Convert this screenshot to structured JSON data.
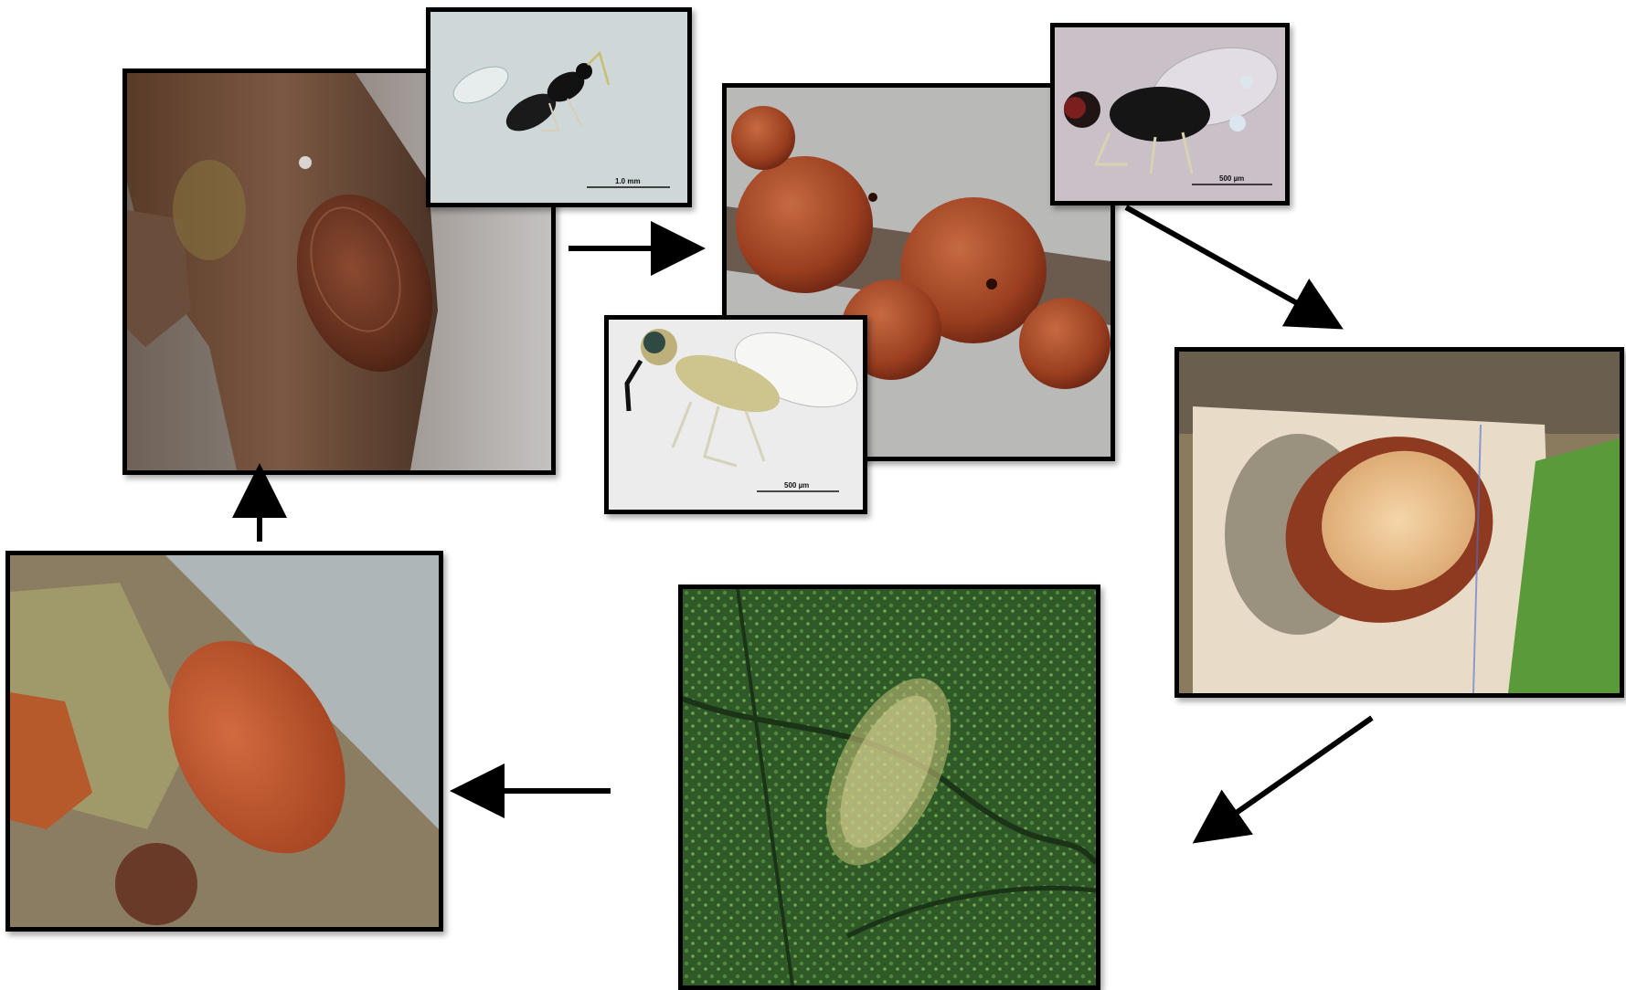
{
  "panels": {
    "mature_scale": {
      "subject": "mature female scale on twig"
    },
    "adult_wasp_1": {
      "scale_bar_label": "1.0 mm"
    },
    "parasitized_scales": {
      "subject": "parasitized scales with emergence holes"
    },
    "adult_wasp_2": {
      "scale_bar_label": "500 µm"
    },
    "adult_wasp_3": {
      "scale_bar_label": "500 µm"
    },
    "eggs_under_scale": {
      "subject": "opened scale revealing eggs"
    },
    "crawler_on_leaf": {
      "subject": "crawler on leaf surface"
    },
    "young_scale": {
      "subject": "settled young scale on twig"
    }
  }
}
